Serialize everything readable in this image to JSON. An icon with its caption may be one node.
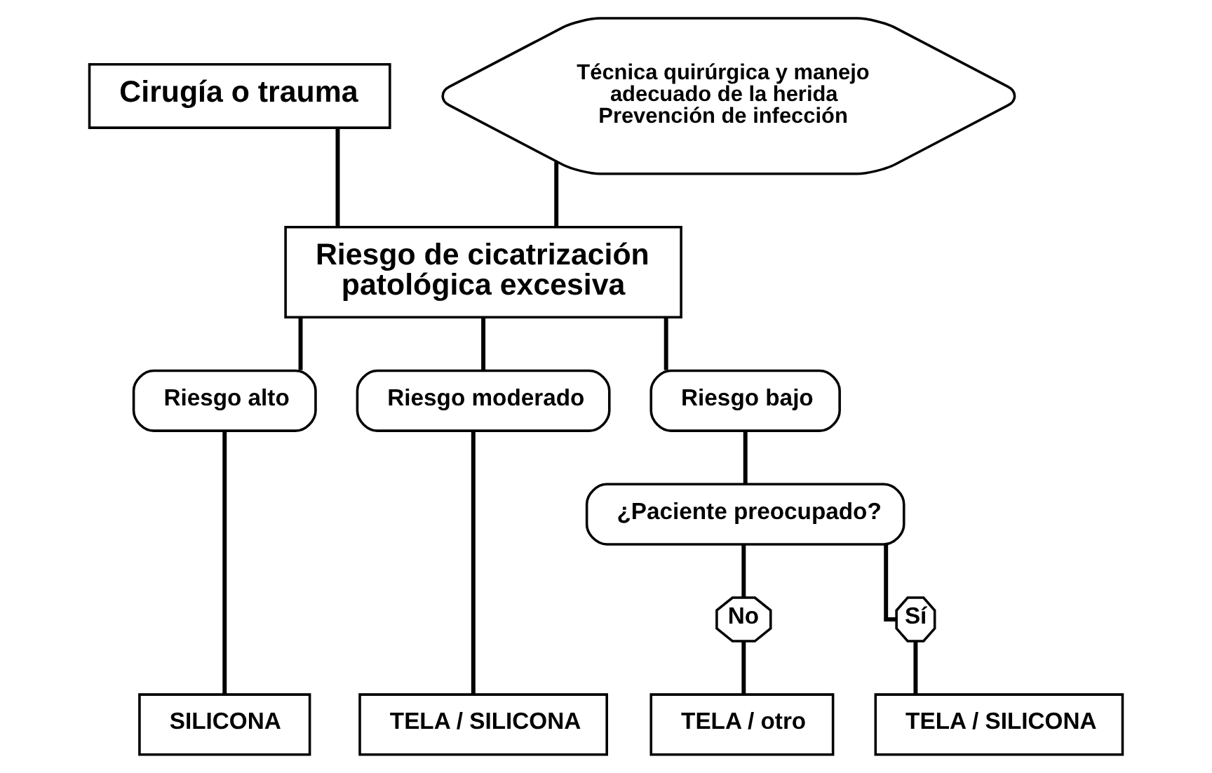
{
  "diagram": {
    "nodes": [
      {
        "text": [
          "Cirugía o trauma"
        ]
      },
      {
        "text": [
          "Técnica quirúrgica y manejo adecuado de la herida Prevención de infección"
        ]
      },
      {
        "text": [
          "Riesgo de cicatrización patológica excesiva"
        ]
      },
      {
        "text": [
          "Riesgo alto"
        ]
      },
      {
        "text": [
          "Riesgo moderado"
        ]
      },
      {
        "text": [
          "Riesgo bajo"
        ]
      },
      {
        "text": [
          "¿Paciente preocupado?"
        ]
      },
      {
        "text": [
          "No"
        ]
      },
      {
        "text": [
          "Sí"
        ]
      },
      {
        "text": [
          "SILICONA"
        ]
      },
      {
        "text": [
          "TELA / SILICONA"
        ]
      },
      {
        "text": [
          "TELA / otro"
        ]
      },
      {
        "text": [
          "TELA / SILICONA"
        ]
      }
    ],
    "edges": [
      {
        "from": 0,
        "to": 2,
        "arrow": "none"
      },
      {
        "from": 1,
        "to": 2,
        "arrow": "none"
      },
      {
        "from": 2,
        "to": 3,
        "arrow": "none"
      },
      {
        "from": 2,
        "to": 4,
        "arrow": "none"
      },
      {
        "from": 2,
        "to": 5,
        "arrow": "none"
      },
      {
        "from": 3,
        "to": 9,
        "arrow": "none"
      },
      {
        "from": 4,
        "to": 10,
        "arrow": "none"
      },
      {
        "from": 5,
        "to": 6,
        "arrow": "none"
      },
      {
        "from": 6,
        "to": 7,
        "arrow": "none"
      },
      {
        "from": 6,
        "to": 8,
        "arrow": "none"
      },
      {
        "from": 7,
        "to": 11,
        "arrow": "none"
      },
      {
        "from": 8,
        "to": 12,
        "arrow": "none"
      }
    ]
  }
}
